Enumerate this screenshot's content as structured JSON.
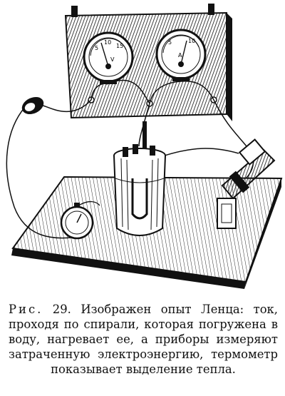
{
  "figure": {
    "label": "Рис.",
    "number": "29.",
    "caption_text": "Изображен опыт Ленца: ток, проходя по спирали, которая погружена в воду, нагревает ее, а приборы измеряют затраченную электроэнергию, термометр показывает выделение тепла.",
    "meter_left_scale": [
      "5",
      "10",
      "15"
    ],
    "meter_left_unit": "V",
    "meter_right_scale": [
      "5",
      "10"
    ],
    "meter_right_unit": "A"
  },
  "colors": {
    "ink": "#111111",
    "paper": "#ffffff"
  }
}
